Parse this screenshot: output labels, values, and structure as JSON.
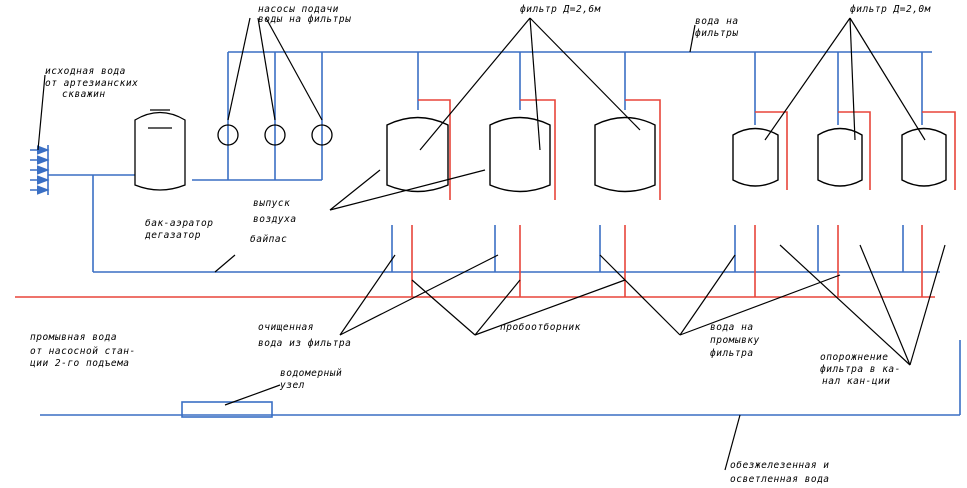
{
  "labels": {
    "pumps": "насосы подачи",
    "pumps2": "воды на фильтры",
    "filter1": "фильтр Д=2,6м",
    "filter2": "фильтр Д=2,0м",
    "water_to_filters": "вода на",
    "water_to_filters2": "фильтры",
    "source_water": "исходная вода",
    "source_water2": "от артезианских",
    "source_water3": "скважин",
    "tank": "бак-аэратор",
    "tank2": "дегазатор",
    "air_release": "выпуск",
    "air_release2": "воздуха",
    "bypass": "байпас",
    "wash_water": "промывная вода",
    "wash_water2": "от насосной стан-",
    "wash_water3": "ции 2-го подъема",
    "purified": "очищенная",
    "purified2": "вода из фильтра",
    "sampler": "пробоотборник",
    "wash_to": "вода на",
    "wash_to2": "промывку",
    "wash_to3": "фильтра",
    "drain": "опорожнение",
    "drain2": "фильтра в ка-",
    "drain3": "нал кан-ции",
    "meter": "водомерный",
    "meter2": "узел",
    "output": "обезжелезенная и",
    "output2": "осветленная вода"
  },
  "colors": {
    "blue": "#3a6fc4",
    "red": "#e8453a",
    "black": "#000000"
  }
}
